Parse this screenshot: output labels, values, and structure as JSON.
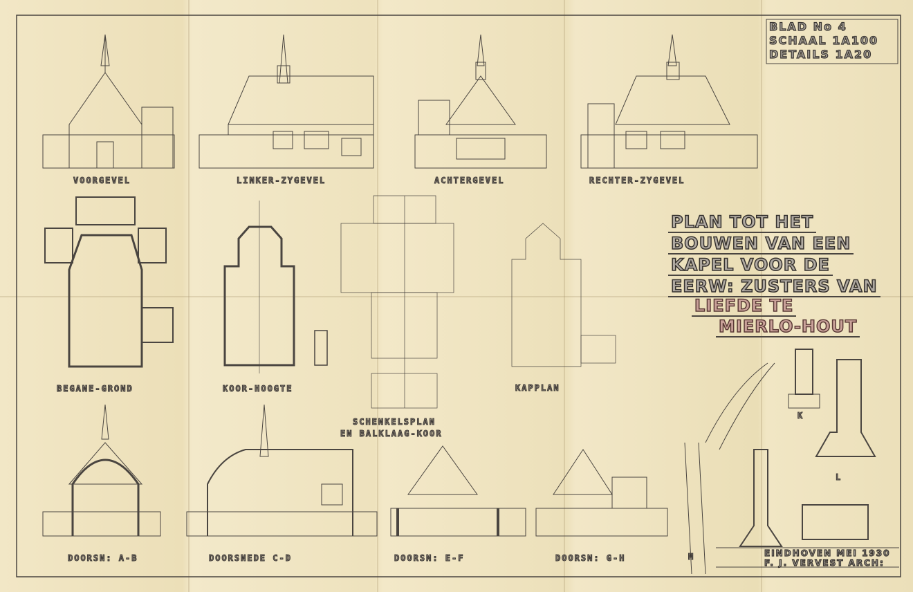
{
  "sheet_info": {
    "sheet_number": "BLAD No 4",
    "scale": "SCHAAL 1A100",
    "details_scale": "DETAILS 1A20"
  },
  "title_block": {
    "lines": [
      "PLAN TOT HET",
      "BOUWEN VAN EEN",
      "KAPEL VOOR DE",
      "EERW: ZUSTERS VAN",
      "LIEFDE TE",
      "MIERLO-HOUT"
    ]
  },
  "views": {
    "elevations": [
      "VOORGEVEL",
      "LINKER-ZYGEVEL",
      "ACHTERGEVEL",
      "RECHTER-ZYGEVEL"
    ],
    "plans": [
      "BEGANE-GROND",
      "KOOR-HOOGTE",
      "KAPPLAN"
    ],
    "roof_plan": [
      "SCHENKELSPLAN",
      "EN BALKLAAG-KOOR"
    ],
    "sections": [
      "DOORSN: A-B",
      "DOORSNEDE C-D",
      "DOORSN: E-F",
      "DOORSN: G-H",
      "M"
    ],
    "details": [
      "K",
      "L"
    ]
  },
  "signature": {
    "place_date": "EINDHOVEN MEI 1930",
    "architect": "F. J. VERVEST ARCH:"
  },
  "colors": {
    "paper": "#efe3bf",
    "ink": "#4a4540",
    "red_ink": "#8a4a44"
  }
}
